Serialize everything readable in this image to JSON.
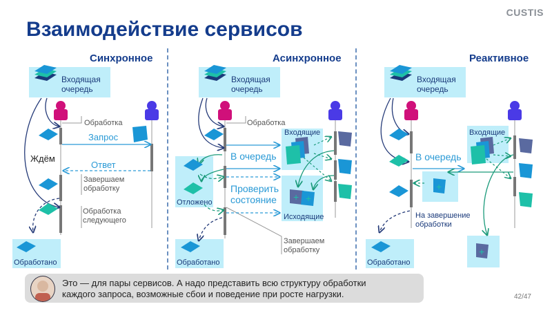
{
  "header": {
    "logo": "CUSTIS",
    "title": "Взаимодействие сервисов"
  },
  "sections": [
    {
      "title": "Синхронное",
      "queue_label_1": "Входящая",
      "queue_label_2": "очередь",
      "labels": {
        "processing": "Обработка",
        "request": "Запрос",
        "wait": "Ждём",
        "response": "Ответ",
        "finish_1": "Завершаем",
        "finish_2": "обработку",
        "next_1": "Обработка",
        "next_2": "следующего",
        "done": "Обработано"
      }
    },
    {
      "title": "Асинхронное",
      "queue_label_1": "Входящая",
      "queue_label_2": "очередь",
      "labels": {
        "processing": "Обработка",
        "incoming": "Входящие",
        "to_queue": "В очередь",
        "check_1": "Проверить",
        "check_2": "состояние",
        "postponed": "Отложено",
        "outgoing": "Исходящие",
        "finish_1": "Завершаем",
        "finish_2": "обработку",
        "done": "Обработано"
      }
    },
    {
      "title": "Реактивное",
      "queue_label_1": "Входящая",
      "queue_label_2": "очередь",
      "labels": {
        "incoming": "Входящие",
        "to_queue": "В очередь",
        "on_finish_1": "На завершение",
        "on_finish_2": "обработки",
        "done": "Обработано"
      }
    }
  ],
  "note": {
    "line1": "Это — для пары сервисов. А надо представить всю структуру обработки",
    "line2": "каждого запроса, возможные сбои и поведение при росте нагрузки."
  },
  "page": "42/47",
  "colors": {
    "title": "#143c8c",
    "queue_bg": "#bfeefa",
    "service_a": "#d0107a",
    "service_b": "#4a3ae6",
    "msg_blue": "#1a96d6",
    "msg_teal": "#1ec0a8",
    "msg_slate": "#5a6aa0",
    "arrow_blue": "#2a9ad6",
    "arrow_teal": "#1a9a7a"
  }
}
